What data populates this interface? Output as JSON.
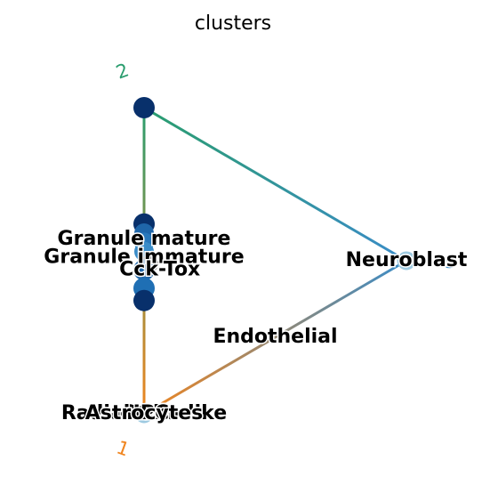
{
  "chart_data": {
    "type": "scatter",
    "title": "clusters",
    "xlabel": "",
    "ylabel": "",
    "grid": false,
    "legend": "none",
    "xlim": [
      0,
      1
    ],
    "ylim": [
      0,
      1
    ],
    "tips": [
      {
        "label": "2",
        "x": 0.0,
        "y": 1.0,
        "color": "#2a9d6e"
      },
      {
        "label": "1",
        "x": 0.0,
        "y": 0.0,
        "color": "#f0851f"
      },
      {
        "label": "0",
        "x": 1.0,
        "y": 0.5,
        "color": "#3a8cc8"
      }
    ],
    "segments": [
      {
        "from": "2",
        "to": "0",
        "from_color": "#2a9d6e",
        "to_color": "#3a8cc8"
      },
      {
        "from": "2",
        "to": "1",
        "from_color": "#2a9d6e",
        "to_color": "#f0851f"
      },
      {
        "from": "1",
        "to": "0",
        "from_color": "#f0851f",
        "to_color": "#3a8cc8"
      }
    ],
    "points": [
      {
        "x": 0.0,
        "y": 1.0,
        "color": "#08306b",
        "size": 12
      },
      {
        "x": 0.0,
        "y": 0.62,
        "color": "#08306b",
        "size": 12
      },
      {
        "x": 0.0,
        "y": 0.59,
        "color": "#1f66a9",
        "size": 11
      },
      {
        "x": 0.0,
        "y": 0.56,
        "color": "#2878bb",
        "size": 11
      },
      {
        "x": 0.0,
        "y": 0.53,
        "color": "#3a8cc8",
        "size": 11
      },
      {
        "x": 0.02,
        "y": 0.49,
        "color": "#808080",
        "size": 10
      },
      {
        "x": 0.0,
        "y": 0.47,
        "color": "#1f66a9",
        "size": 12
      },
      {
        "x": 0.0,
        "y": 0.41,
        "color": "#1f6fb4",
        "size": 12
      },
      {
        "x": 0.0,
        "y": 0.37,
        "color": "#08306b",
        "size": 12
      },
      {
        "x": 0.0,
        "y": 0.0,
        "color": "#9ecae1",
        "size": 9
      },
      {
        "x": 1.0,
        "y": 0.5,
        "color": "#9ecae1",
        "size": 9
      }
    ],
    "labels": [
      {
        "text": "Granule mature",
        "x": 0.0,
        "y": 0.57
      },
      {
        "text": "Granule immature",
        "x": 0.0,
        "y": 0.51
      },
      {
        "text": "Cck-Tox",
        "x": 0.06,
        "y": 0.47
      },
      {
        "text": "Neuroblast",
        "x": 1.0,
        "y": 0.5
      },
      {
        "text": "Endothelial",
        "x": 0.5,
        "y": 0.25
      },
      {
        "text": "OPC",
        "x": 0.0,
        "y": 0.0
      },
      {
        "text": "Radial Glia-like",
        "x": 0.0,
        "y": 0.0
      },
      {
        "text": "nIPC",
        "x": 0.0,
        "y": 0.0
      },
      {
        "text": "Astrocytes",
        "x": 0.0,
        "y": 0.0
      }
    ]
  }
}
